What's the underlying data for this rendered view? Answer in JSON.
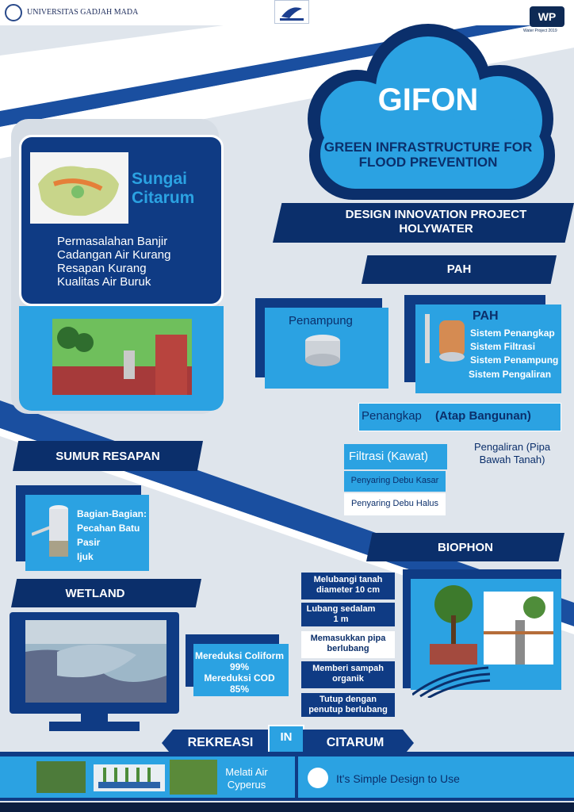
{
  "header": {
    "university": "UNIVERSITAS GADJAH MADA",
    "right_logo_label": "Water Project 2019"
  },
  "cloud": {
    "title": "GIFON",
    "subtitle_line1": "GREEN INFRASTRUCTURE FOR",
    "subtitle_line2": "FLOOD PREVENTION"
  },
  "design_banner": {
    "line1": "DESIGN INNOVATION PROJECT",
    "line2": "HOLYWATER"
  },
  "sungai": {
    "title_line1": "Sungai",
    "title_line2": "Citarum",
    "problems": [
      "Permasalahan Banjir",
      "Cadangan Air Kurang",
      "Resapan Kurang",
      "Kualitas Air Buruk"
    ]
  },
  "pah": {
    "banner": "PAH",
    "penampung": "Penampung",
    "box_title": "PAH",
    "systems": [
      "Sistem Penangkap",
      "Sistem Filtrasi",
      "Sistem Penampung",
      "Sistem Pengaliran"
    ],
    "penangkap": "Penangkap",
    "penangkap_note": "(Atap Bangunan)",
    "filtrasi": "Filtrasi (Kawat)",
    "pengaliran": "Pengaliran (Pipa Bawah Tanah)",
    "filter_coarse": "Penyaring Debu Kasar",
    "filter_fine": "Penyaring Debu Halus"
  },
  "sumur": {
    "banner": "SUMUR RESAPAN",
    "parts_title": "Bagian-Bagian:",
    "parts": [
      "Pecahan Batu",
      "Pasir",
      "Ijuk"
    ]
  },
  "biophon": {
    "banner": "BIOPHON",
    "steps": [
      "Melubangi tanah diameter 10 cm",
      "Lubang sedalam 1 m",
      "Memasukkan pipa berlubang",
      "Memberi sampah organik",
      "Tutup dengan penutup berlubang"
    ]
  },
  "wetland": {
    "banner": "WETLAND",
    "coliform": "Mereduksi Coliform 99%",
    "cod": "Mereduksi COD 85%"
  },
  "footer": {
    "rekreasi": "REKREASI",
    "in": "IN",
    "citarum": "CITARUM",
    "plants": "Melati Air Cyperus",
    "tagline": "It's Simple Design to Use"
  },
  "colors": {
    "navy": "#0f3b84",
    "sky": "#2ba2e2",
    "dark": "#0b2f6b"
  }
}
